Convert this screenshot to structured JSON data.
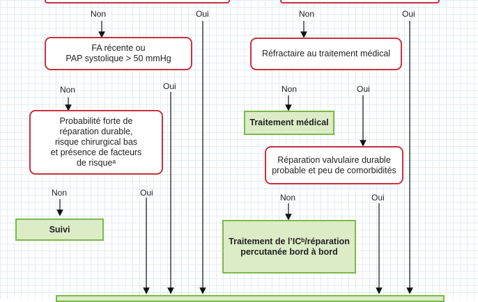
{
  "left": {
    "no1": "Non",
    "yes1": "Oui",
    "box1": "FA récente ou\nPAP systolique > 50 mmHg",
    "no2": "Non",
    "yes2": "Oui",
    "box2": "Probabilité forte de\nréparation durable,\nrisque chirurgical bas\net présence de facteurs\nde risqueᵃ",
    "no3": "Non",
    "yes3": "Oui",
    "suivi": "Suivi"
  },
  "right": {
    "no1": "Non",
    "yes1": "Oui",
    "box1": "Réfractaire au traitement médical",
    "no2": "Non",
    "yes2": "Oui",
    "treatment": "Traitement médical",
    "box2": "Réparation valvulaire durable\nprobable et peu de comorbidités",
    "no3": "Non",
    "yes3": "Oui",
    "box3": "Traitement de l’ICᵇ/réparation\npercutanée bord à bord"
  },
  "colors": {
    "red": "#c8303d",
    "green_border": "#7cb84a",
    "green_fill": "#dcecc6"
  }
}
